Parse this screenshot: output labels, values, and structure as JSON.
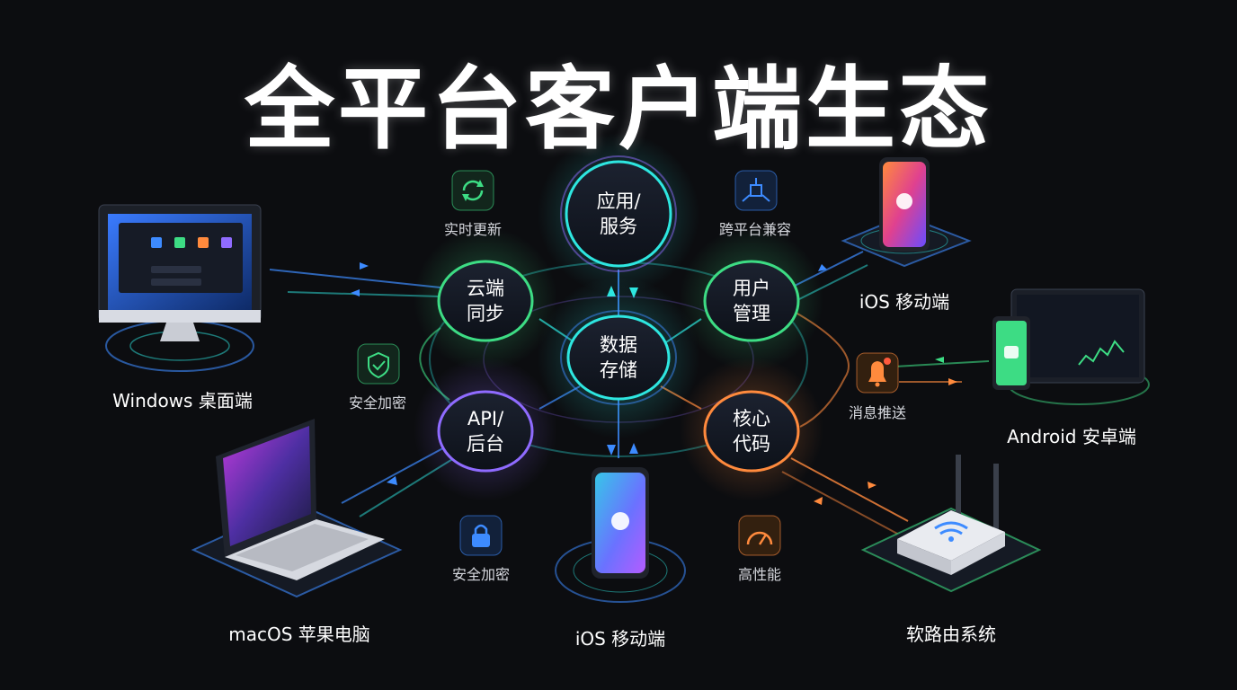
{
  "title": "全平台客户端生态",
  "nodes": {
    "app_service": {
      "line1": "应用/",
      "line2": "服务"
    },
    "cloud_sync": {
      "line1": "云端",
      "line2": "同步"
    },
    "user_mgmt": {
      "line1": "用户",
      "line2": "管理"
    },
    "data_storage": {
      "line1": "数据",
      "line2": "存储"
    },
    "api_backend": {
      "line1": "API/",
      "line2": "后台"
    },
    "core_code": {
      "line1": "核心",
      "line2": "代码"
    }
  },
  "features": {
    "realtime_update": "实时更新",
    "cross_platform": "跨平台兼容",
    "security_left": "安全加密",
    "message_push": "消息推送",
    "security_bottom": "安全加密",
    "high_performance": "高性能"
  },
  "platforms": {
    "windows": "Windows 桌面端",
    "macos": "macOS 苹果电脑",
    "ios_top": "iOS 移动端",
    "android": "Android 安卓端",
    "ios_bottom": "iOS 移动端",
    "router": "软路由系统"
  },
  "colors": {
    "cyan": "#2ee6e0",
    "green": "#3ddc84",
    "purple": "#8f6bff",
    "blue": "#3d8bff",
    "orange": "#ff8a3d",
    "teal": "#22c4a8"
  }
}
